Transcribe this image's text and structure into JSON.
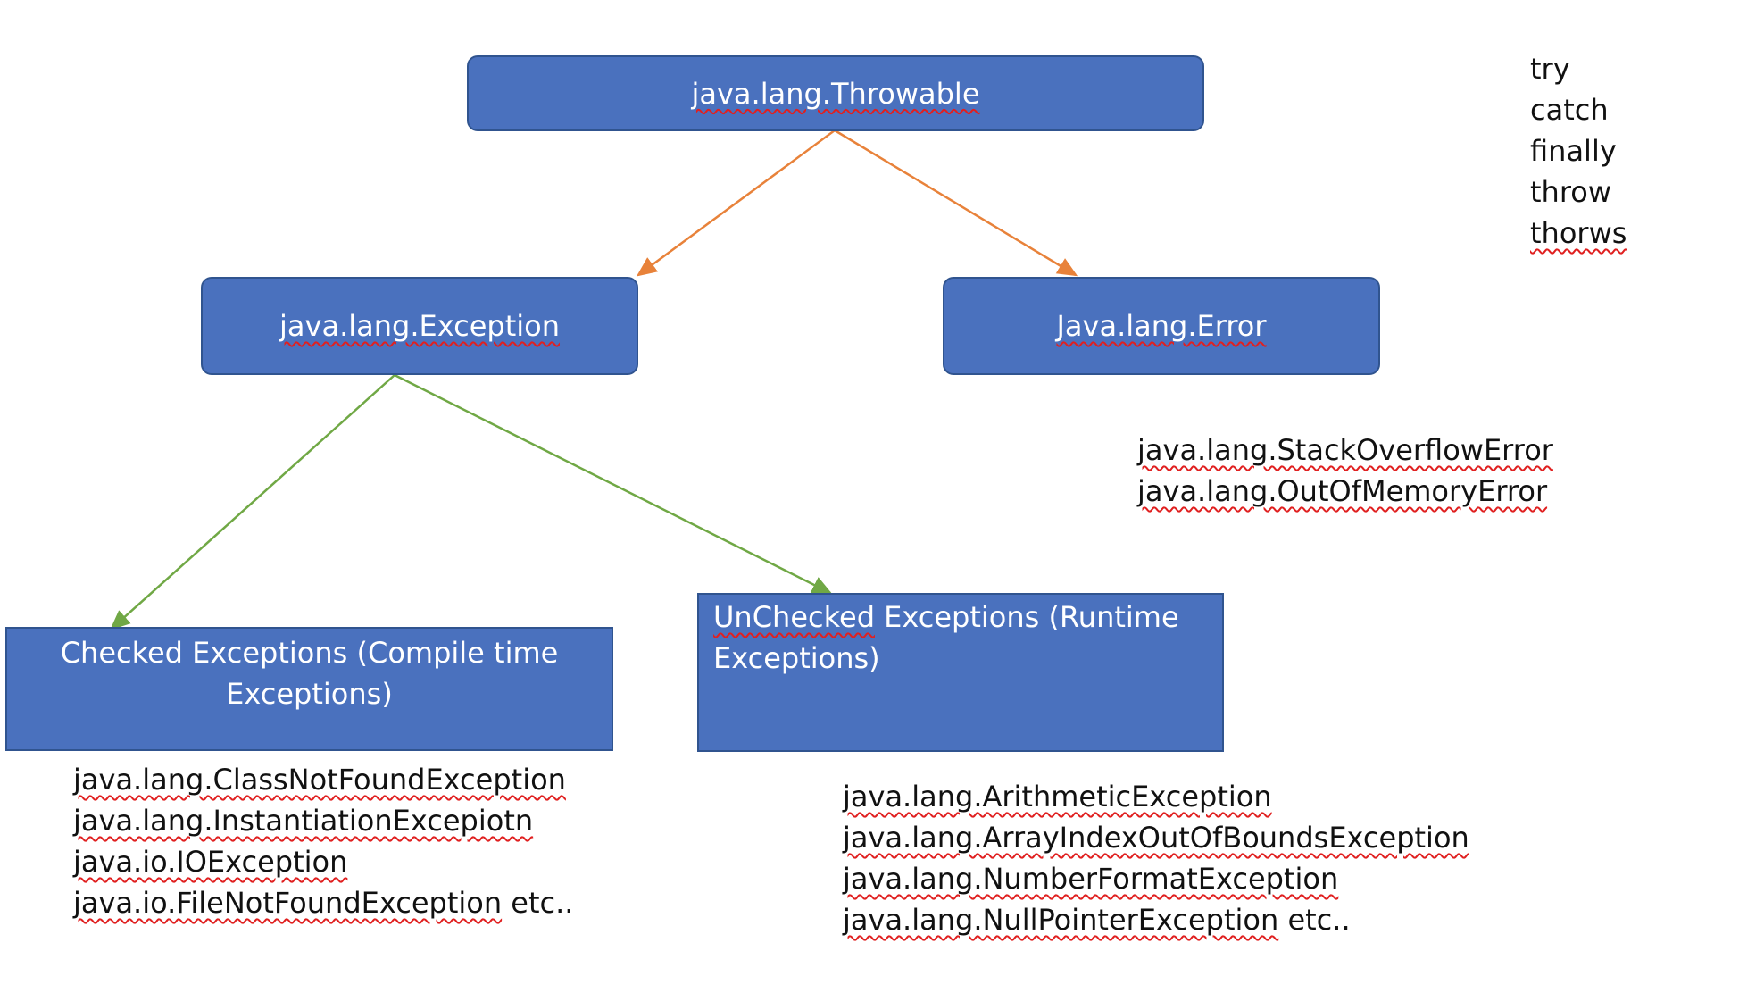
{
  "nodes": {
    "throwable": "java.lang.Throwable",
    "exception": "java.lang.Exception",
    "error": "Java.lang.Error",
    "checked": {
      "line1": "Checked Exceptions (Compile time",
      "line2": "Exceptions)"
    },
    "unchecked": {
      "word": "UnChecked",
      "line1_rest": " Exceptions (Runtime",
      "line2": "Exceptions)"
    }
  },
  "keywords": [
    "try",
    "catch",
    "finally",
    "throw",
    "thorws"
  ],
  "error_examples": [
    "java.lang.StackOverflowError",
    "java.lang.OutOfMemoryError"
  ],
  "checked_examples": [
    "java.lang.ClassNotFoundException",
    "java.lang.InstantiationExcepiotn",
    "java.io.IOException",
    "java.io.FileNotFoundException"
  ],
  "checked_suffix": " etc..",
  "unchecked_examples": [
    "java.lang.ArithmeticException",
    "java.lang.ArrayIndexOutOfBoundsException",
    "java.lang.NumberFormatException",
    "java.lang.NullPointerException"
  ],
  "unchecked_suffix": "  etc..",
  "colors": {
    "box_fill": "#4a71be",
    "box_border": "#30548f",
    "arrow_orange": "#e8823a",
    "arrow_green": "#70a845",
    "spellcheck_underline": "#e02020"
  }
}
